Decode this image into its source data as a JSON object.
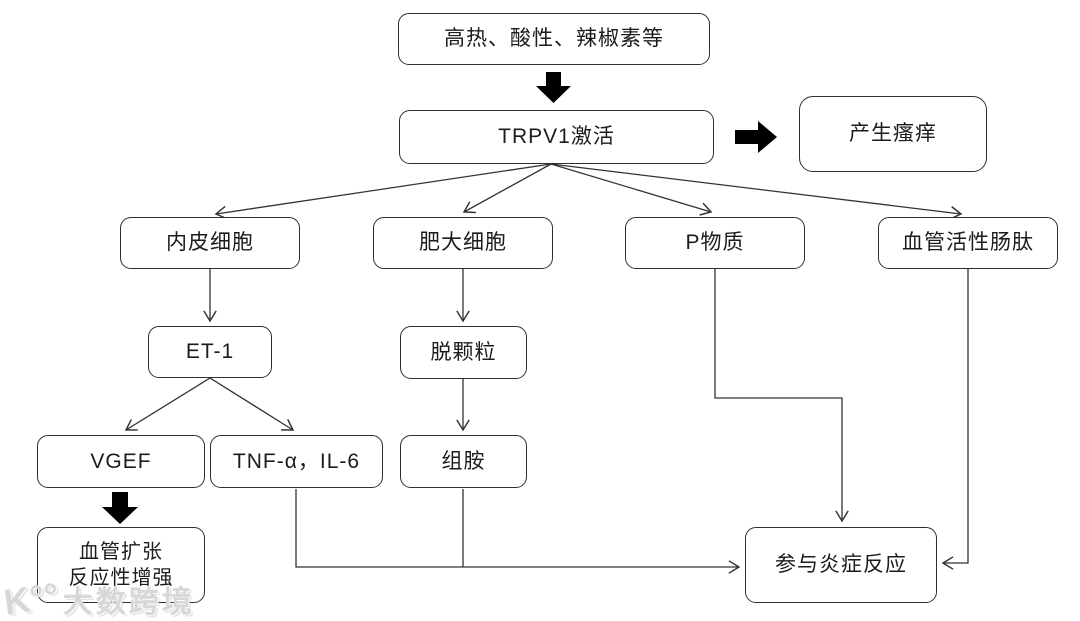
{
  "diagram_title": "TRPV1 activation itch/inflammation pathway flowchart",
  "colors": {
    "background": "#ffffff",
    "line": "#333333",
    "box_border": "#2f2f2f",
    "text": "#1c1c1c",
    "thick_arrow": "#000000",
    "watermark": "#d7d7d7"
  },
  "nodes": {
    "stimulus": {
      "label": "高热、酸性、辣椒素等"
    },
    "trpv1": {
      "label": "TRPV1激活"
    },
    "itch": {
      "label": "产生瘙痒"
    },
    "endothelial": {
      "label": "内皮细胞"
    },
    "mast": {
      "label": "肥大细胞"
    },
    "substance_p": {
      "label": "P物质"
    },
    "vip": {
      "label": "血管活性肠肽"
    },
    "et1": {
      "label": "ET-1"
    },
    "degranulation": {
      "label": "脱颗粒"
    },
    "vgef": {
      "label": "VGEF"
    },
    "tnf_il6": {
      "label": "TNF-α，IL-6"
    },
    "histamine": {
      "label": "组胺"
    },
    "vasodilation": {
      "line1": "血管扩张",
      "line2": "反应性增强"
    },
    "inflammation": {
      "label": "参与炎症反应"
    }
  },
  "edges": [
    {
      "from": "stimulus",
      "to": "trpv1",
      "style": "thick-arrow"
    },
    {
      "from": "trpv1",
      "to": "itch",
      "style": "thick-arrow"
    },
    {
      "from": "trpv1",
      "to": "endothelial",
      "style": "thin-arrow"
    },
    {
      "from": "trpv1",
      "to": "mast",
      "style": "thin-arrow"
    },
    {
      "from": "trpv1",
      "to": "substance_p",
      "style": "thin-arrow"
    },
    {
      "from": "trpv1",
      "to": "vip",
      "style": "thin-arrow"
    },
    {
      "from": "endothelial",
      "to": "et1",
      "style": "thin-arrow"
    },
    {
      "from": "et1",
      "to": "vgef",
      "style": "thin-arrow"
    },
    {
      "from": "et1",
      "to": "tnf_il6",
      "style": "thin-arrow"
    },
    {
      "from": "vgef",
      "to": "vasodilation",
      "style": "thick-arrow"
    },
    {
      "from": "mast",
      "to": "degranulation",
      "style": "thin-arrow"
    },
    {
      "from": "degranulation",
      "to": "histamine",
      "style": "thin-arrow"
    },
    {
      "from": "tnf_il6",
      "to": "inflammation",
      "style": "thin-arrow-elbow"
    },
    {
      "from": "histamine",
      "to": "inflammation",
      "style": "thin-line-join"
    },
    {
      "from": "substance_p",
      "to": "inflammation",
      "style": "thin-arrow-elbow"
    },
    {
      "from": "vip",
      "to": "inflammation",
      "style": "thin-arrow-elbow"
    }
  ],
  "watermark": {
    "logo_glyph": "K°°",
    "text": "大数跨境"
  }
}
